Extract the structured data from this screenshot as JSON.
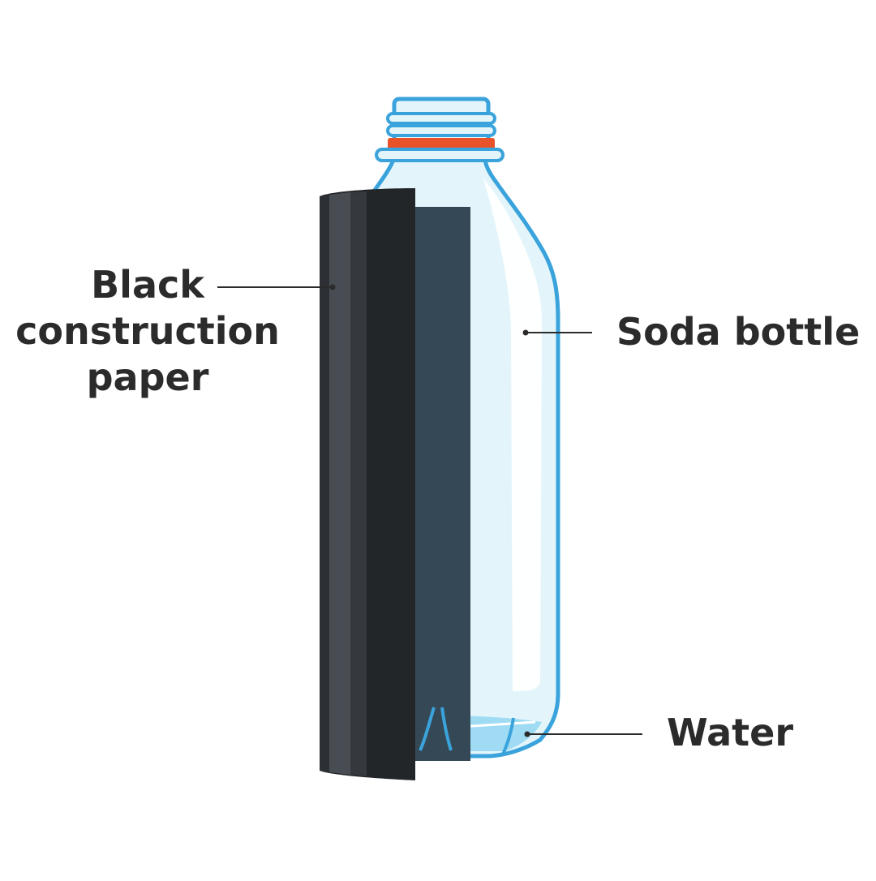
{
  "labels": {
    "paper": [
      "Black",
      "construction",
      "paper"
    ],
    "bottle": "Soda bottle",
    "water": "Water"
  },
  "colors": {
    "bottle_outline": "#3aa3dc",
    "bottle_fill": "#e3f5fb",
    "bottle_highlight": "#ffffff",
    "water": "#9fdcf3",
    "ring": "#e8532a",
    "paper_inner": "#354855",
    "paper_dark": "#232629",
    "paper_mid": "#35393e",
    "paper_light": "#484c53",
    "label_text": "#2b2b2b",
    "leader_line": "#2b2b2b"
  }
}
